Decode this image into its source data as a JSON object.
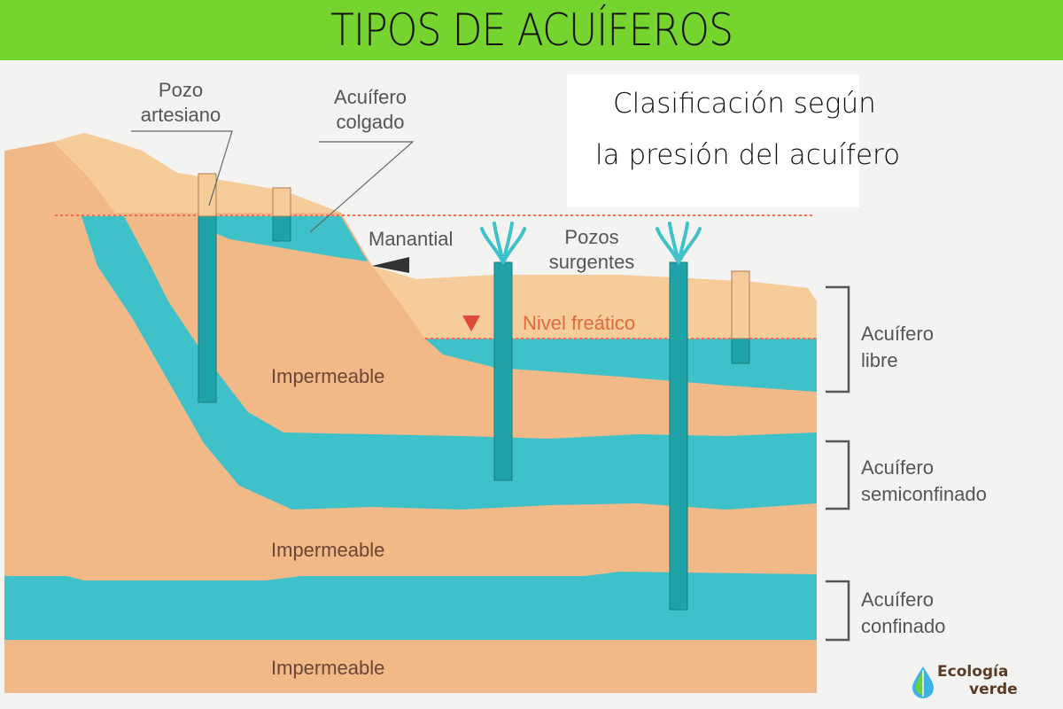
{
  "header": {
    "title": "TIPOS DE ACUÍFEROS",
    "background_color": "#76d42f"
  },
  "subtitle": {
    "line1": "Clasificación según",
    "line2": "la presión del acuífero"
  },
  "diagram": {
    "top_labels": {
      "pozo_artesiano": [
        "Pozo",
        "artesiano"
      ],
      "acuifero_colgado": [
        "Acuífero",
        "colgado"
      ],
      "manantial": "Manantial",
      "pozos_surgentes": [
        "Pozos",
        "surgentes"
      ],
      "nivel_freatico": "Nivel freático"
    },
    "layers": {
      "impermeable_1": "Impermeable",
      "impermeable_2": "Impermeable",
      "impermeable_3": "Impermeable"
    },
    "side_labels": [
      {
        "line1": "Acuífero",
        "line2": "libre"
      },
      {
        "line1": "Acuífero",
        "line2": "semiconfinado"
      },
      {
        "line1": "Acuífero",
        "line2": "confinado"
      }
    ],
    "colors": {
      "soil": "#f1b888",
      "soil_light": "#f6cd9a",
      "water": "#3fc1c9",
      "well": "#1fa3a6",
      "water_table_line": "#e8735a"
    }
  },
  "logo": {
    "line1": "Ecología",
    "line2": "verde"
  }
}
